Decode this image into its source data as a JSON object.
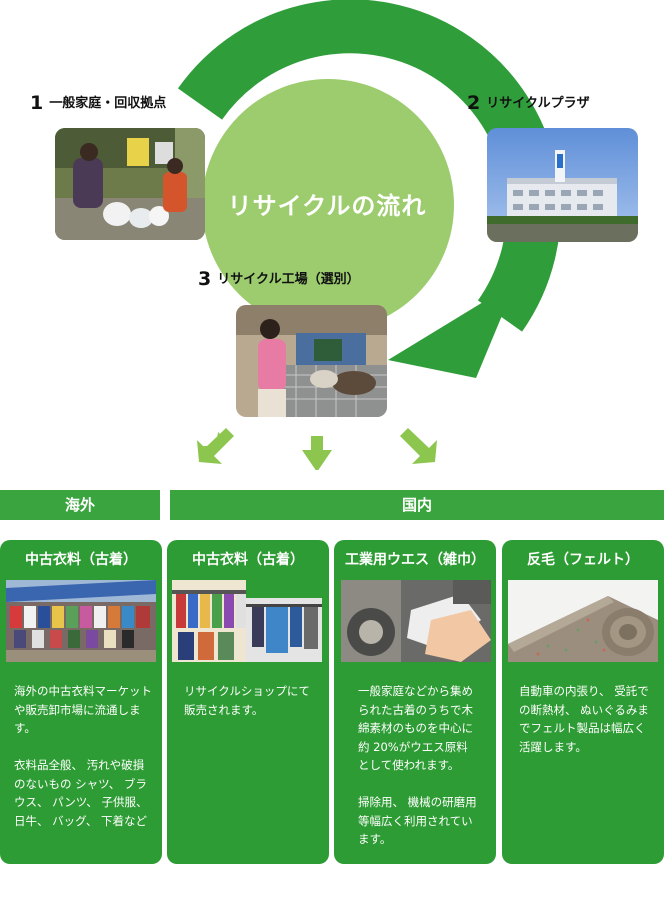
{
  "cycle": {
    "title": "リサイクルの流れ",
    "steps": [
      {
        "num": "1",
        "label": "一般家庭・回収拠点"
      },
      {
        "num": "2",
        "label": "リサイクルプラザ"
      },
      {
        "num": "3",
        "label": "リサイクル工場（選別）"
      }
    ]
  },
  "regions": {
    "overseas": "海外",
    "domestic": "国内"
  },
  "cards": [
    {
      "title": "中古衣料（古着）",
      "paragraphs": [
        "海外の中古衣料マーケットや販売卸市場に流通します。",
        "衣料品全般、 汚れや破損のないもの シャツ、 ブラウス、 パンツ、 子供服、 日牛、 バッグ、 下着など"
      ]
    },
    {
      "title": "中古衣料（古着）",
      "paragraphs": [
        "リサイクルショップにて販売されます。"
      ]
    },
    {
      "title": "工業用ウエス（雑巾）",
      "paragraphs": [
        "一般家庭などから集められた古着のうちで木綿素材のものを中心に約 20%がウエス原料として使われます。",
        "掃除用、 機械の研磨用等幅広く利用されています。"
      ]
    },
    {
      "title": "反毛（フェルト）",
      "paragraphs": [
        "自動車の内張り、 受託での断熱材、 ぬいぐるみまでフェルト製品は幅広く活躍します。"
      ]
    }
  ],
  "colors": {
    "arrow_green": "#2f9d3a",
    "circle_green": "#9ccc6e",
    "card_green": "#2e9c34",
    "bar_green": "#3aa53e",
    "down_arrow_green": "#8cc64f"
  }
}
